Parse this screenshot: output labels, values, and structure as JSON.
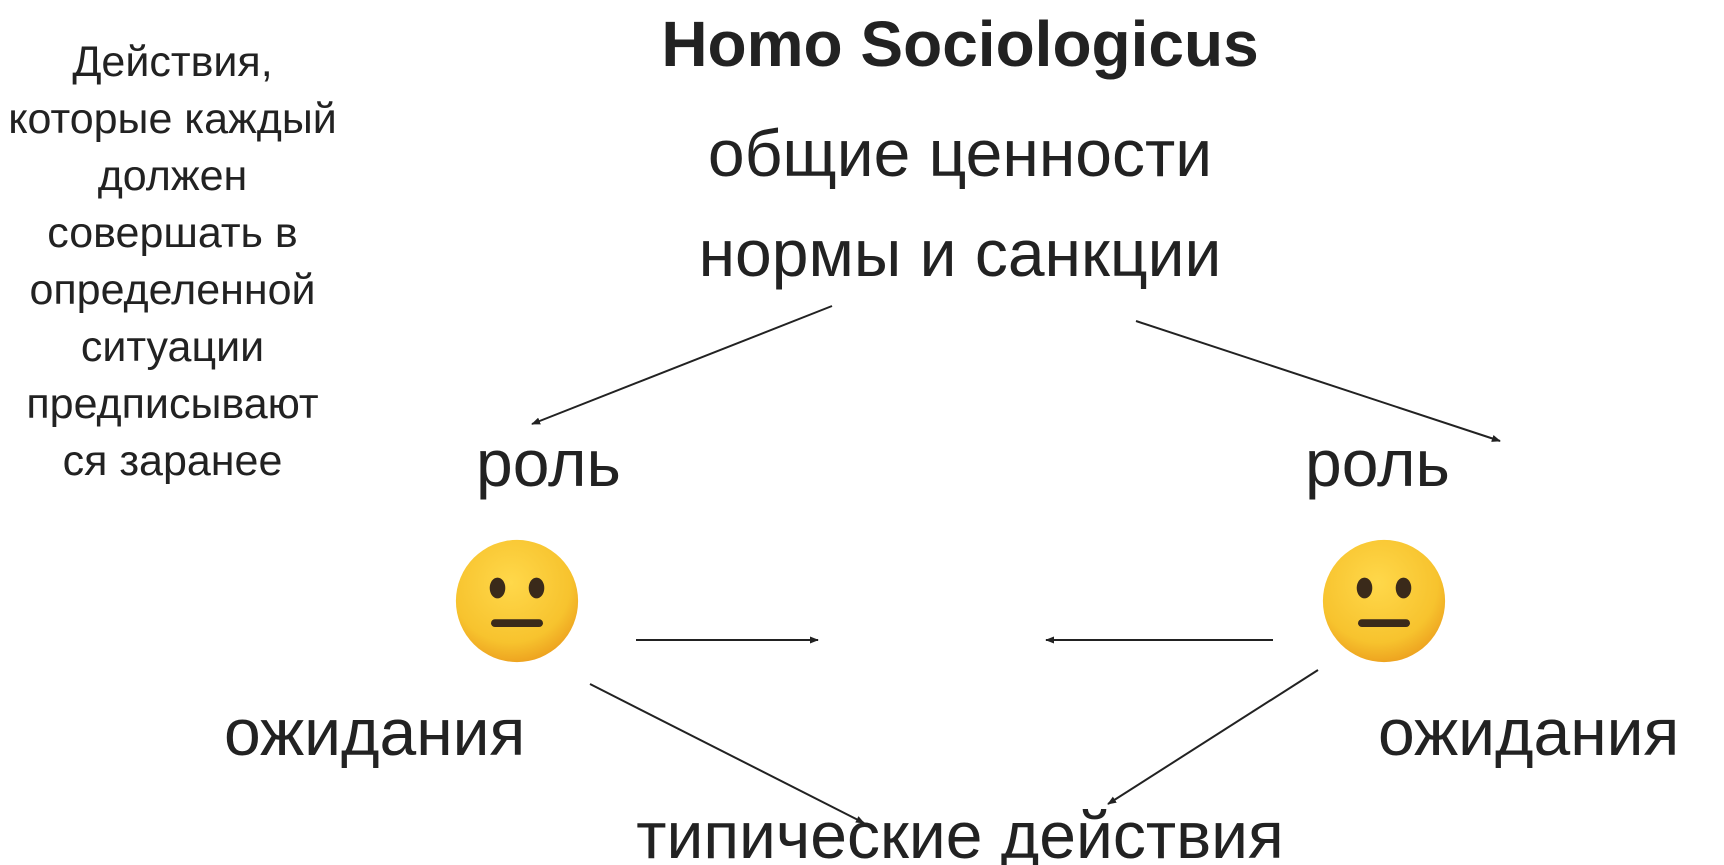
{
  "title": "Homo Sociologicus",
  "values_line": "общие ценности",
  "norms_line": "нормы и санкции",
  "side_note": "Действия, которые каждый должен совершать в определенной ситуации предписывают ся заранее",
  "role_left": "роль",
  "role_right": "роль",
  "expectations_left": "ожидания",
  "expectations_right": "ожидания",
  "typical_actions": "типические действия",
  "icons": {
    "left_person": "neutral-face-icon",
    "right_person": "neutral-face-icon"
  },
  "colors": {
    "text": "#222222",
    "arrow": "#222222",
    "face_fill": "#f7c32e",
    "face_shade": "#eb9b1c",
    "face_features": "#3a2a1a"
  }
}
